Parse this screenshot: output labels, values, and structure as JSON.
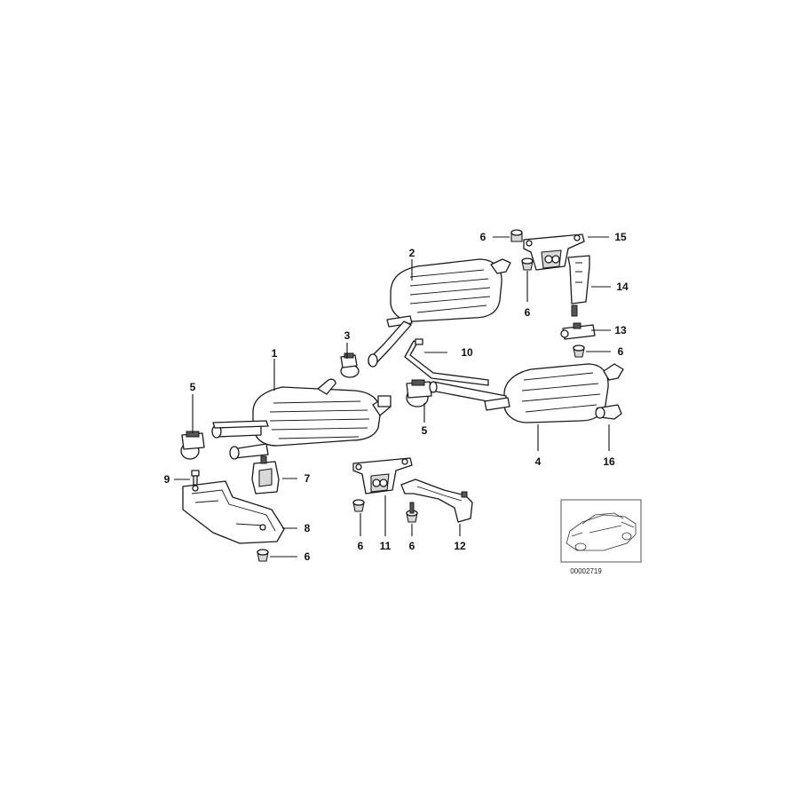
{
  "callouts": [
    {
      "id": "c1",
      "label": "1"
    },
    {
      "id": "c2",
      "label": "2"
    },
    {
      "id": "c3",
      "label": "3"
    },
    {
      "id": "c4",
      "label": "4"
    },
    {
      "id": "c5a",
      "label": "5"
    },
    {
      "id": "c5b",
      "label": "5"
    },
    {
      "id": "c6a",
      "label": "6"
    },
    {
      "id": "c6b",
      "label": "6"
    },
    {
      "id": "c6c",
      "label": "6"
    },
    {
      "id": "c6d",
      "label": "6"
    },
    {
      "id": "c6e",
      "label": "6"
    },
    {
      "id": "c6f",
      "label": "6"
    },
    {
      "id": "c7",
      "label": "7"
    },
    {
      "id": "c8",
      "label": "8"
    },
    {
      "id": "c9",
      "label": "9"
    },
    {
      "id": "c10",
      "label": "10"
    },
    {
      "id": "c11",
      "label": "11"
    },
    {
      "id": "c12",
      "label": "12"
    },
    {
      "id": "c13",
      "label": "13"
    },
    {
      "id": "c14",
      "label": "14"
    },
    {
      "id": "c15",
      "label": "15"
    },
    {
      "id": "c16",
      "label": "16"
    }
  ],
  "thumbnail": {
    "code": "00002719"
  }
}
